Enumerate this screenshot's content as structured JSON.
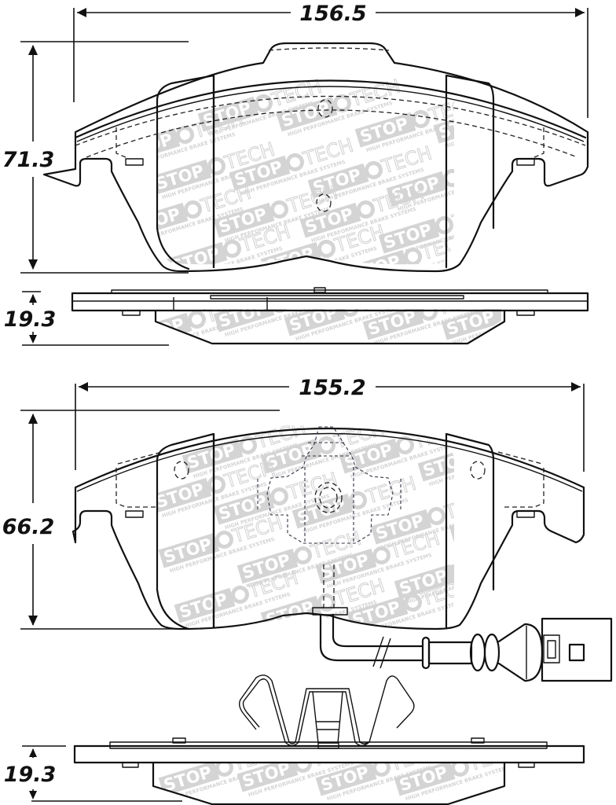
{
  "brand_watermark": {
    "word1": "STOP",
    "word2": "TECH",
    "tagline": "HIGH PERFORMANCE BRAKE SYSTEMS",
    "color": "#d4d4d4"
  },
  "views": [
    {
      "name": "top-pad-face-view",
      "width_dimension": "156.5",
      "height_dimension": "71.3"
    },
    {
      "name": "top-pad-edge-view",
      "thickness_dimension": "19.3"
    },
    {
      "name": "bottom-pad-face-view",
      "width_dimension": "155.2",
      "height_dimension": "66.2",
      "has_wear_sensor": true
    },
    {
      "name": "bottom-pad-edge-view",
      "thickness_dimension": "19.3",
      "has_spring_clip": true
    }
  ],
  "colors": {
    "line": "#111111",
    "watermark": "#d4d4d4",
    "background": "#ffffff"
  }
}
